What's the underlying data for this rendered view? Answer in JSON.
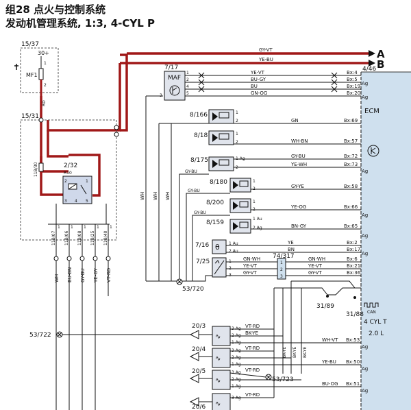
{
  "title": {
    "line1": "组28 点火与控制系统",
    "line2": "发动机管理系统, 1:3, 4-CYL P"
  },
  "colors": {
    "power_wire": "#a01818",
    "ecm_fill": "#cfe0ee",
    "wire": "#111111",
    "dash_box": "#555555",
    "sensor_fill": "#e0e4ec"
  },
  "bus": {
    "a": {
      "label": "A",
      "wire": "GY-VT"
    },
    "b": {
      "label": "B",
      "wire": "YE-BU"
    }
  },
  "fuse": {
    "ref": "15/37",
    "name": "MF1",
    "supply": "30+",
    "pin1": "1",
    "pin2": "2",
    "wire": "RD"
  },
  "junction_box": {
    "ref": "15/31",
    "wire": "11B/30"
  },
  "relay": {
    "ref": "2/32",
    "name": "R10",
    "pins": [
      "1",
      "2",
      "3",
      "4",
      "5"
    ]
  },
  "connectors": [
    "11B/07",
    "11B/06",
    "11B/08",
    "11B/25",
    "11B/40"
  ],
  "connector_pin": "1",
  "bottom_wires": [
    "WH",
    "BU-BN",
    "GY-BU",
    "YE-GY",
    "VT-RD"
  ],
  "mid_wires": [
    "WH",
    "WH",
    "WH"
  ],
  "maf": {
    "ref": "7/17",
    "name": "MAF",
    "pins": [
      "1",
      "2",
      "4",
      "5",
      "3"
    ],
    "wires": [
      "YE-VT",
      "BU-GY",
      "BU",
      "GN-OG"
    ],
    "bx": [
      "Bx:4",
      "Bx:5",
      "Bx:19",
      "Bx:20"
    ]
  },
  "ecm": {
    "ref": "4/46",
    "name": "ECM",
    "can_label": "CAN",
    "engine": "4 CYL T",
    "disp": "2.0 L"
  },
  "sensors": [
    {
      "ref": "8/166",
      "p1": "1",
      "p2": "2",
      "in_wire": "",
      "wire": "GN",
      "bx": "Bx:69"
    },
    {
      "ref": "8/18",
      "p1": "1",
      "p2": "2",
      "in_wire": "",
      "wire": "WH-BN",
      "bx": "Bx:57"
    },
    {
      "ref": "8/175",
      "p1": "1 Ag",
      "p2": "2",
      "in_wire": "",
      "wire": "GY-BU",
      "wire2": "YE-WH",
      "bx": "Bx:72",
      "bx2": "Bx:73"
    },
    {
      "ref": "8/180",
      "p1": "1",
      "p2": "2",
      "in_wire": "GY-BU",
      "wire": "GY-YE",
      "bx": "Bx:58"
    },
    {
      "ref": "8/200",
      "p1": "1",
      "p2": "2",
      "in_wire": "GY-BU",
      "wire": "YE-OG",
      "bx": "Bx:66"
    },
    {
      "ref": "8/159",
      "p1": "1 Au",
      "p2": "2 Ag",
      "in_wire": "GY-BU",
      "wire": "BN-GY",
      "bx": "Bx:65"
    }
  ],
  "temp_sensor": {
    "ref": "7/16",
    "p1": "1 Au",
    "p2": "2 Au",
    "w1": "YE",
    "w2": "BN",
    "b1": "Bx:2",
    "b2": "Bx:17"
  },
  "pos_sensor": {
    "ref": "7/25",
    "pins": [
      "1",
      "2",
      "3"
    ],
    "wires_l": [
      "GN-WH",
      "YE-VT",
      "GY-VT"
    ],
    "wires_r": [
      "GN-WH",
      "YE-VT",
      "GY-VT"
    ],
    "bx": [
      "Bx:6",
      "Bx:21",
      "Bx:36"
    ],
    "conn": "74/317",
    "conn_pins": [
      "1",
      "2",
      "3"
    ]
  },
  "ground_points": {
    "g1": "53/720",
    "g2": "53/722",
    "g3": "53/723"
  },
  "switches": {
    "s1": "31/89",
    "s2": "31/88"
  },
  "coils": [
    {
      "ref": "20/3",
      "p3": "3 Ag",
      "p2": "2 Ag",
      "p1": "1 Ag",
      "w3": "VT-RD",
      "w2": "BK-YE",
      "wire": "WH-VT",
      "bx": "Bx:53"
    },
    {
      "ref": "20/4",
      "p3": "3 Ag",
      "p2": "2 Ag",
      "p1": "1 Ag",
      "w3": "VT-RD",
      "w2": "",
      "wire": "YE-BU",
      "bx": "Bx:50"
    },
    {
      "ref": "20/5",
      "p3": "3 Ag",
      "p2": "2 Ag",
      "p1": "1 Ag",
      "w3": "VT-RD",
      "w2": "",
      "wire": "BU-OG",
      "bx": "Bx:51"
    },
    {
      "ref": "20/6",
      "p3": "3 Ag",
      "p2": "",
      "p1": "",
      "w3": "VT-RD",
      "w2": "",
      "wire": "",
      "bx": ""
    }
  ],
  "coil_bus_wires": [
    "BK-YE",
    "BK-YE",
    "BK-YE"
  ],
  "ag": "Ag"
}
